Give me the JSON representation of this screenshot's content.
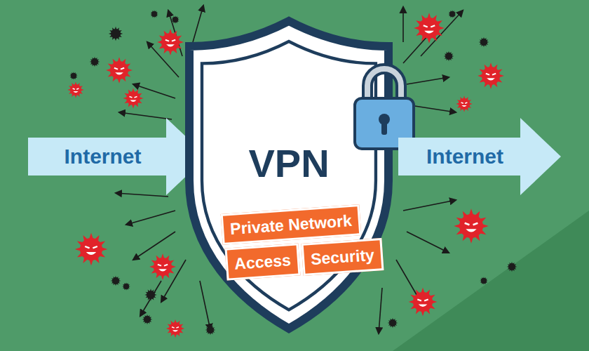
{
  "diagram": {
    "nodes": [
      {
        "text": [
          "Internet"
        ]
      },
      {
        "text": [
          "VPN"
        ]
      },
      {
        "text": [
          "Internet"
        ]
      },
      {
        "text": [
          "Private Network"
        ]
      },
      {
        "text": [
          "Access"
        ]
      },
      {
        "text": [
          "Security"
        ]
      }
    ]
  }
}
